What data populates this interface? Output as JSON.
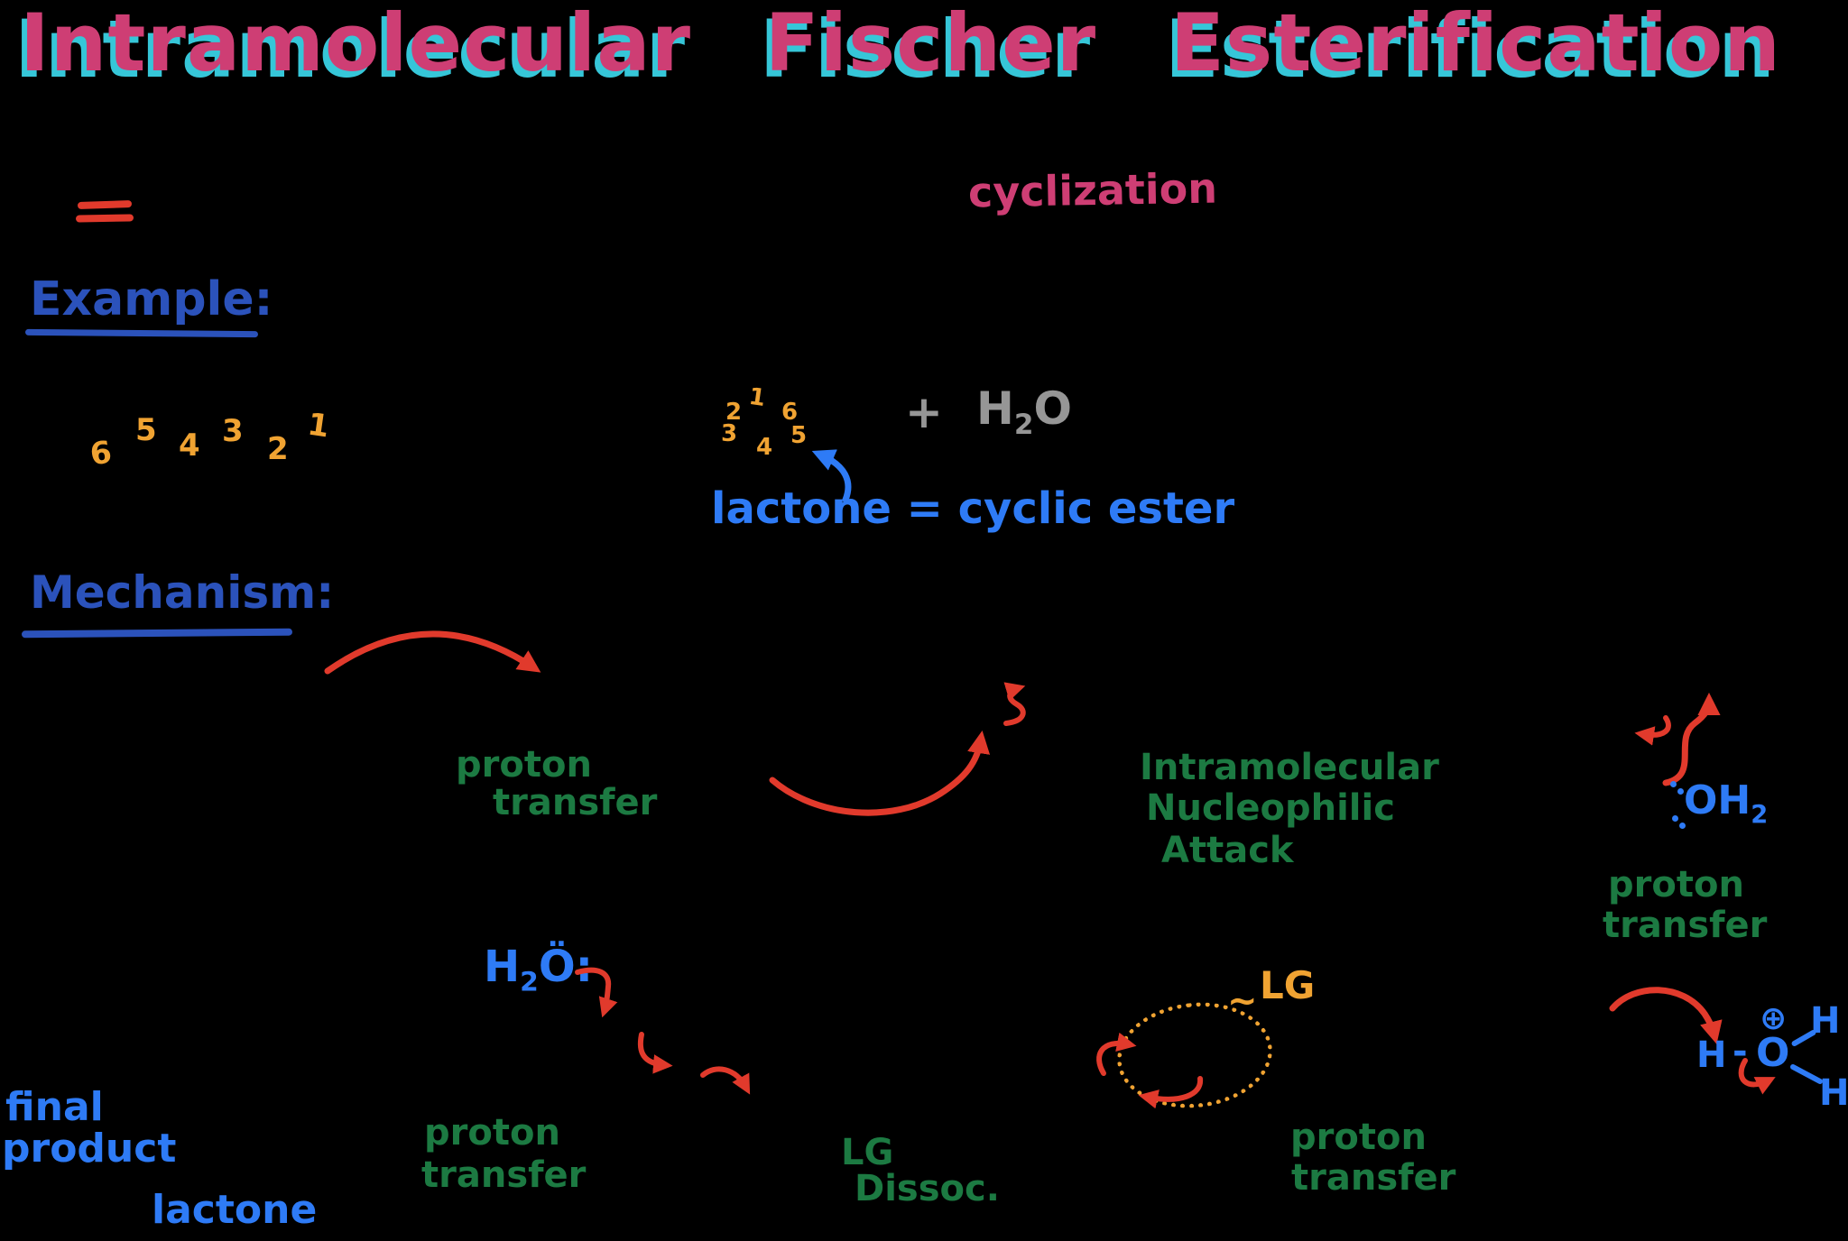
{
  "colors": {
    "background": "#000000",
    "title_pink": "#ce3e74",
    "title_cyan": "#36c6d8",
    "section_blue": "#2b52bb",
    "bright_blue": "#2e7bf6",
    "orange": "#f0a332",
    "gray": "#969696",
    "red": "#e13a2c",
    "green": "#1c7a42"
  },
  "title": "Intramolecular Fischer Esterification",
  "header": {
    "cyclization_label": "cyclization"
  },
  "example_section": {
    "heading": "Example:",
    "chain_numbers": [
      "6",
      "5",
      "4",
      "3",
      "2",
      "1"
    ],
    "ring_numbers": [
      "1",
      "2",
      "3",
      "4",
      "5",
      "6"
    ],
    "plus_sign": "+",
    "water": {
      "h": "H",
      "sub": "2",
      "o": "O"
    },
    "lactone_note": "lactone = cyclic ester"
  },
  "mechanism_section": {
    "heading": "Mechanism:",
    "labels": {
      "proton_transfer_1": [
        "proton",
        "transfer"
      ],
      "nucleophilic_attack": [
        "Intramolecular",
        "Nucleophilic",
        "Attack"
      ],
      "proton_transfer_2": [
        "proton",
        "transfer"
      ],
      "proton_transfer_3": [
        "proton",
        "transfer"
      ],
      "lg_dissociation": [
        "LG",
        "Dissoc."
      ],
      "proton_transfer_4": [
        "proton",
        "transfer"
      ]
    },
    "species": {
      "water_oh2": {
        "o_h": "OH",
        "sub": "2"
      },
      "water_h2o": {
        "h": "H",
        "sub": "2",
        "o_umlaut": "Ö",
        "lone_pair": ":"
      },
      "leaving_group_tag": {
        "tilde": "~",
        "label": "LG"
      },
      "hydronium": {
        "h_left": "H",
        "bond": "-",
        "o": "O",
        "charge": "⊕",
        "h_top": "H",
        "h_bottom": "H"
      }
    },
    "final_product": {
      "line1": "final",
      "line2": "product",
      "line3": "lactone"
    }
  }
}
